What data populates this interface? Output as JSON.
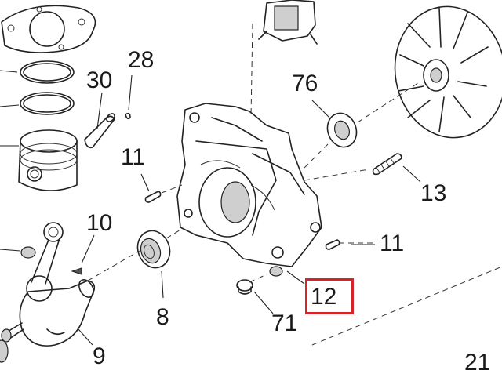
{
  "callouts": {
    "c28": "28",
    "c30": "30",
    "c76": "76",
    "c11a": "11",
    "c13": "13",
    "c10": "10",
    "c11b": "11",
    "c12": "12",
    "c8": "8",
    "c71": "71",
    "c9": "9",
    "c21": "21"
  },
  "highlighted_callout": "12",
  "highlight_color": "#d6242b"
}
